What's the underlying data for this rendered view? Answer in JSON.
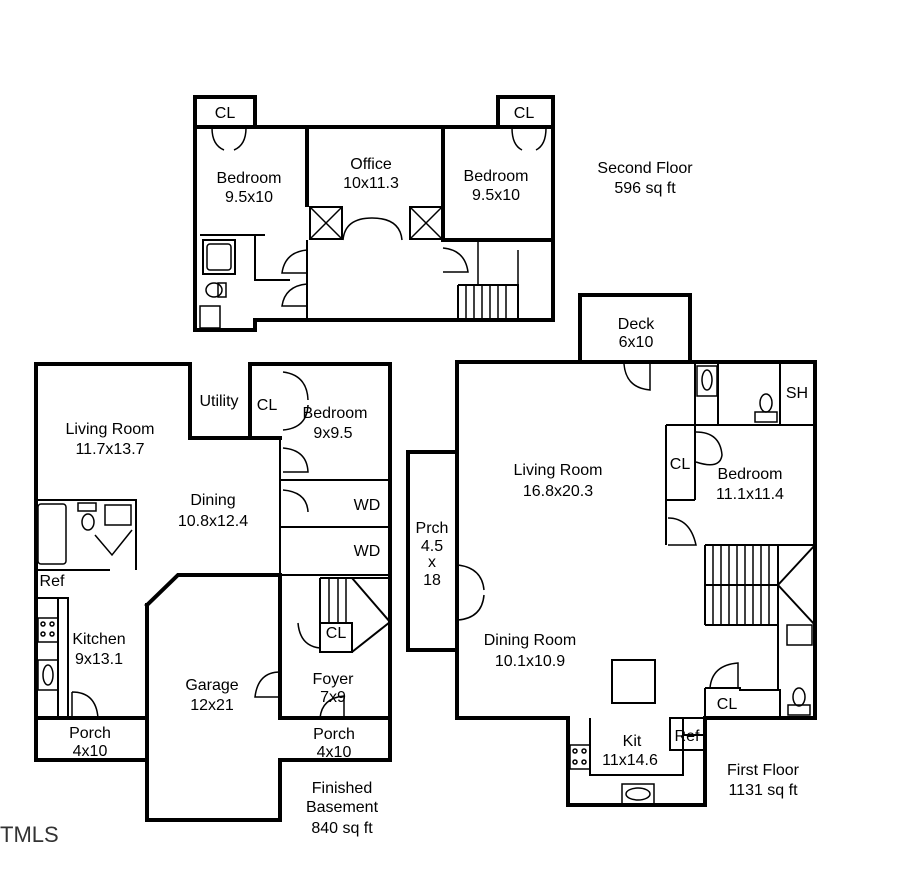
{
  "second_floor": {
    "title": "Second Floor",
    "area": "596 sq ft",
    "rooms": [
      {
        "name": "CL",
        "dims": ""
      },
      {
        "name": "CL",
        "dims": ""
      },
      {
        "name": "Bedroom",
        "dims": "9.5x10"
      },
      {
        "name": "Office",
        "dims": "10x11.3"
      },
      {
        "name": "Bedroom",
        "dims": "9.5x10"
      }
    ]
  },
  "basement": {
    "title_line1": "Finished",
    "title_line2": "Basement",
    "area": "840 sq ft",
    "rooms": [
      {
        "name": "Living Room",
        "dims": "11.7x13.7"
      },
      {
        "name": "Utility",
        "dims": ""
      },
      {
        "name": "CL",
        "dims": ""
      },
      {
        "name": "Bedroom",
        "dims": "9x9.5"
      },
      {
        "name": "Dining",
        "dims": "10.8x12.4"
      },
      {
        "name": "WD",
        "dims": ""
      },
      {
        "name": "WD",
        "dims": ""
      },
      {
        "name": "Ref",
        "dims": ""
      },
      {
        "name": "Kitchen",
        "dims": "9x13.1"
      },
      {
        "name": "CL",
        "dims": ""
      },
      {
        "name": "Garage",
        "dims": "12x21"
      },
      {
        "name": "Foyer",
        "dims": "7x9"
      },
      {
        "name": "Porch",
        "dims": "4x10"
      },
      {
        "name": "Porch",
        "dims": "4x10"
      }
    ]
  },
  "first_floor": {
    "title": "First Floor",
    "area": "1131 sq ft",
    "rooms": [
      {
        "name": "Deck",
        "dims": "6x10"
      },
      {
        "name": "SH",
        "dims": ""
      },
      {
        "name": "Living Room",
        "dims": "16.8x20.3"
      },
      {
        "name": "CL",
        "dims": ""
      },
      {
        "name": "Bedroom",
        "dims": "11.1x11.4"
      },
      {
        "name": "Prch",
        "dims": "4.5",
        "dims2": "x",
        "dims3": "18"
      },
      {
        "name": "Dining Room",
        "dims": "10.1x10.9"
      },
      {
        "name": "CL",
        "dims": ""
      },
      {
        "name": "Kit",
        "dims": "11x14.6"
      },
      {
        "name": "Ref",
        "dims": ""
      }
    ]
  },
  "watermark": "TMLS"
}
